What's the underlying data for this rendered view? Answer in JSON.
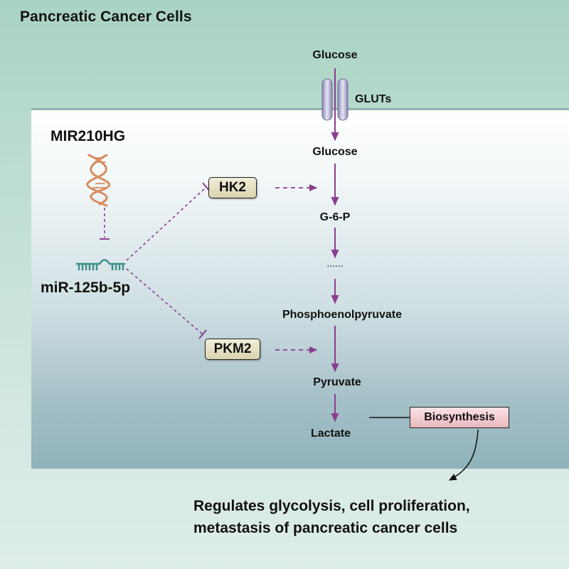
{
  "title": "Pancreatic Cancer Cells",
  "lncrna": "MIR210HG",
  "mirna": "miR-125b-5p",
  "enzymes": {
    "hk2": "HK2",
    "pkm2": "PKM2"
  },
  "transporter": "GLUTs",
  "pathway": {
    "glucose_out": "Glucose",
    "glucose_in": "Glucose",
    "g6p": "G-6-P",
    "ellipsis": "......",
    "pep": "Phosphoenolpyruvate",
    "pyruvate": "Pyruvate",
    "lactate": "Lactate"
  },
  "biosynthesis": "Biosynthesis",
  "conclusion": {
    "line1": "Regulates glycolysis, cell proliferation,",
    "line2": "metastasis of pancreatic cancer cells"
  },
  "colors": {
    "pathway_arrow": "#8b3d8f",
    "dna": "#d98b5e",
    "mirna": "#3d8f8b",
    "cell_border": "#8fb5b2",
    "enzyme_box": "#d9d3ae",
    "biosynthesis_box": "#e9b7bd"
  }
}
